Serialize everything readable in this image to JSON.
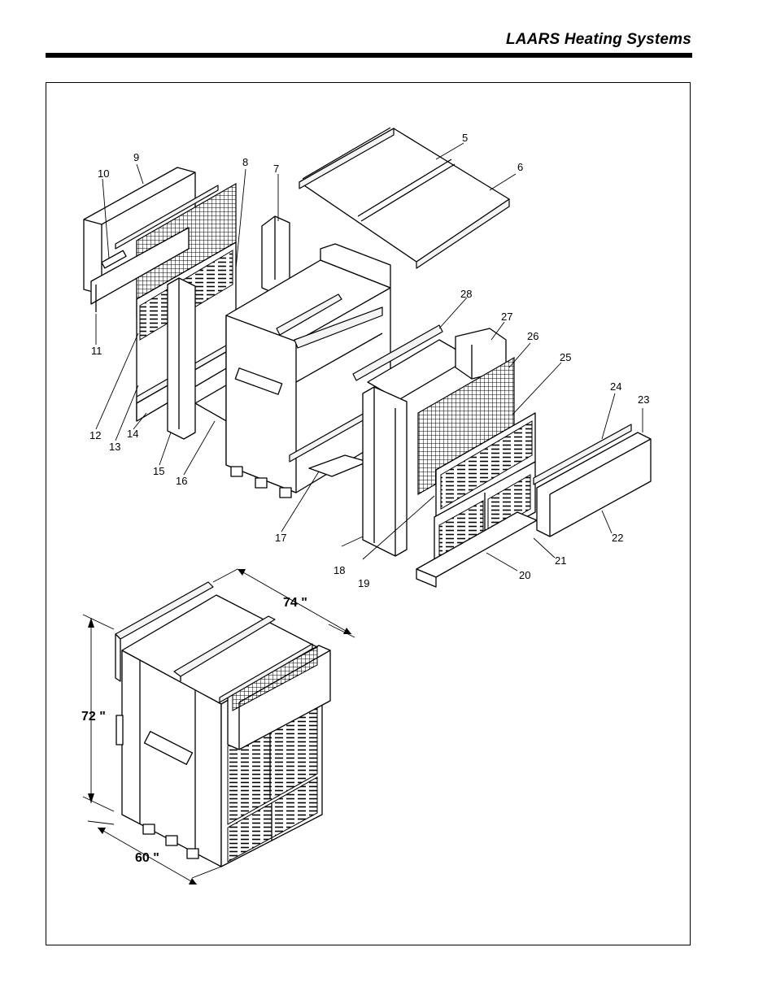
{
  "header": {
    "title": "LAARS Heating Systems"
  },
  "callouts": [
    "5",
    "6",
    "7",
    "8",
    "9",
    "10",
    "11",
    "12",
    "13",
    "14",
    "15",
    "16",
    "17",
    "18",
    "19",
    "20",
    "21",
    "22",
    "23",
    "24",
    "25",
    "26",
    "27",
    "28"
  ],
  "dimensions": {
    "depth": "74 \"",
    "height": "72 \"",
    "width": "60 \""
  }
}
